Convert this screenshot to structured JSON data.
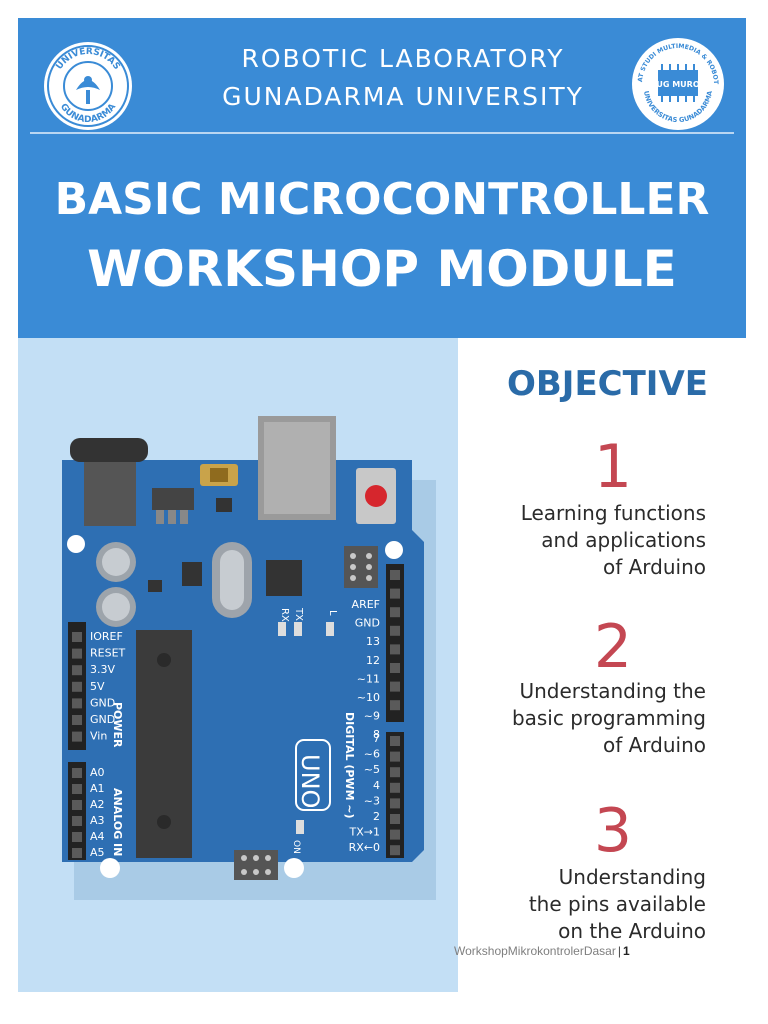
{
  "header": {
    "lab_line1": "ROBOTIC LABORATORY",
    "lab_line2": "GUNADARMA UNIVERSITY",
    "title_line1": "BASIC MICROCONTROLLER",
    "title_line2": "WORKSHOP MODULE",
    "logo_left_text": {
      "top": "UNIVERSITAS",
      "bottom": "GUNADARMA"
    },
    "logo_right_text": {
      "top": "PUSAT STUDI MULTIMEDIA & ROBOTIKA",
      "center": "UG MURO",
      "bottom": "UNIVERSITAS GUNADARMA"
    }
  },
  "objective": {
    "heading": "OBJECTIVE",
    "items": [
      {
        "number": "1",
        "lines": [
          "Learning functions",
          "and applications",
          "of Arduino"
        ]
      },
      {
        "number": "2",
        "lines": [
          "Understanding the",
          "basic programming",
          "of Arduino"
        ]
      },
      {
        "number": "3",
        "lines": [
          "Understanding",
          "the pins available",
          "on the Arduino"
        ]
      }
    ]
  },
  "board": {
    "power_pins": [
      "IOREF",
      "RESET",
      "3.3V",
      "5V",
      "GND",
      "GND",
      "Vin"
    ],
    "power_label": "POWER",
    "analog_pins": [
      "A0",
      "A1",
      "A2",
      "A3",
      "A4",
      "A5"
    ],
    "analog_label": "ANALOG IN",
    "digital_top": [
      "AREF",
      "GND",
      "13",
      "12",
      "~11",
      "~10",
      "~9",
      "8"
    ],
    "digital_bottom": [
      "7",
      "~6",
      "~5",
      "4",
      "~3",
      "2",
      "TX→1",
      "RX←0"
    ],
    "digital_label": "DIGITAL (PWM ~)",
    "model": "UNO",
    "led_labels": {
      "rx": "RX",
      "tx": "TX",
      "l": "L",
      "on": "ON"
    }
  },
  "footer": {
    "text": "WorkshopMikrokontrolerDasar",
    "separator": "|",
    "page": "1"
  },
  "colors": {
    "header_bg": "#3a8bd6",
    "panel_bg": "#c3dff5",
    "board": "#2e6fb3",
    "number_red": "#c44752",
    "heading_blue": "#2a6ba8"
  }
}
